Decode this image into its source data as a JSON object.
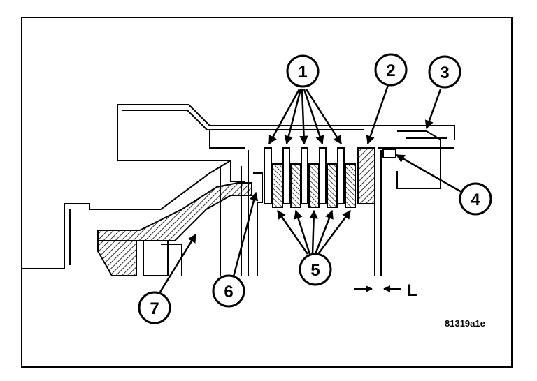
{
  "figure": {
    "code": "81319a1e",
    "dimension_label": "L"
  },
  "callouts": [
    {
      "id": "c1",
      "label": "1"
    },
    {
      "id": "c2",
      "label": "2"
    },
    {
      "id": "c3",
      "label": "3"
    },
    {
      "id": "c4",
      "label": "4"
    },
    {
      "id": "c5",
      "label": "5"
    },
    {
      "id": "c6",
      "label": "6"
    },
    {
      "id": "c7",
      "label": "7"
    }
  ],
  "colors": {
    "ink": "#000000",
    "paper": "#ffffff"
  }
}
